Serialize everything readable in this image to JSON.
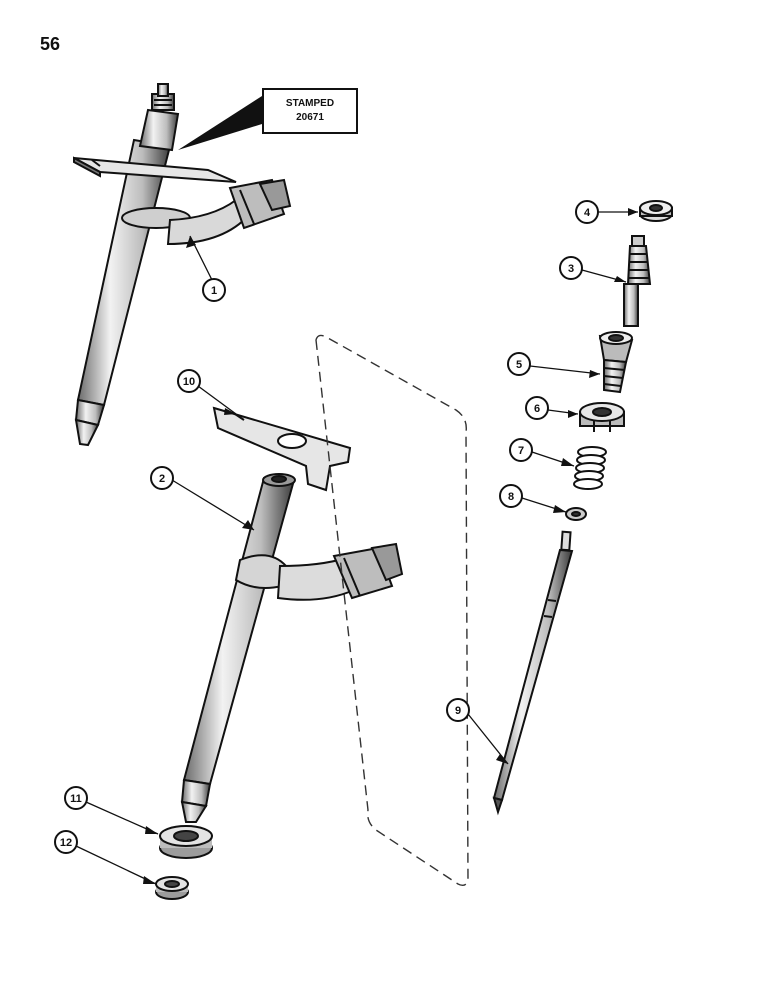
{
  "page": {
    "number": "56"
  },
  "stamp": {
    "line1": "STAMPED",
    "line2": "20671"
  },
  "callouts": [
    {
      "id": "c1",
      "label": "1"
    },
    {
      "id": "c2",
      "label": "2"
    },
    {
      "id": "c3",
      "label": "3"
    },
    {
      "id": "c4",
      "label": "4"
    },
    {
      "id": "c5",
      "label": "5"
    },
    {
      "id": "c6",
      "label": "6"
    },
    {
      "id": "c7",
      "label": "7"
    },
    {
      "id": "c8",
      "label": "8"
    },
    {
      "id": "c9",
      "label": "9"
    },
    {
      "id": "c10",
      "label": "10"
    },
    {
      "id": "c11",
      "label": "11"
    },
    {
      "id": "c12",
      "label": "12"
    }
  ]
}
